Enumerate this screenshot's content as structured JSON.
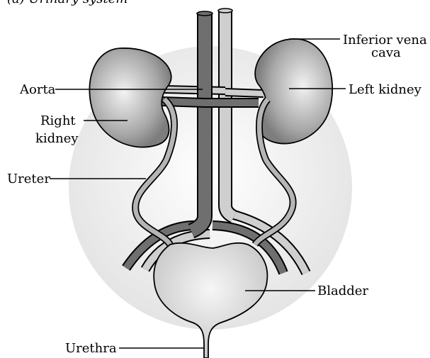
{
  "header_fragment": "(a) Urinary system",
  "labels": {
    "inferior_vena_cava_line1": "Inferior vena",
    "inferior_vena_cava_line2": "cava",
    "aorta": "Aorta",
    "left_kidney": "Left kidney",
    "right_kidney_line1": "Right",
    "right_kidney_line2": "kidney",
    "ureter": "Ureter",
    "bladder": "Bladder",
    "urethra": "Urethra"
  },
  "colors": {
    "artery": "#6f6f6f",
    "vein": "#cfcfcf",
    "ureter": "#b5b5b5",
    "kidney": "#8f8f8f",
    "bladder": "#d6d6d6",
    "background_circle": "#ececec"
  }
}
